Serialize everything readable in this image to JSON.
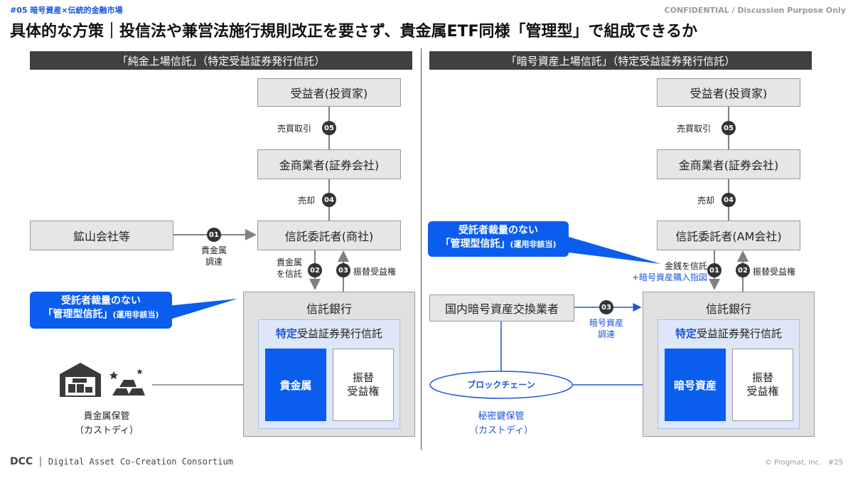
{
  "header": {
    "section_tag": "#05 暗号資産×伝統的金融市場",
    "confidential": "CONFIDENTIAL / Discussion Purpose Only",
    "title": "具体的な方策｜投信法や兼営法施行規則改正を要さず、貴金属ETF同様「管理型」で組成できるか"
  },
  "left": {
    "header": "「純金上場信託」（特定受益証券発行信託）",
    "beneficiary": "受益者(投資家)",
    "badge_05": "05",
    "step_05": "売買取引",
    "broker": "金商業者(証券会社)",
    "badge_04": "04",
    "step_04": "売却",
    "settlor": "信託委託者(商社)",
    "mine": "鉱山会社等",
    "badge_01": "01",
    "step_01_l1": "貴金属",
    "step_01_l2": "調達",
    "badge_02": "02",
    "step_02_l1": "貴金属",
    "step_02_l2": "を信託",
    "badge_03": "03",
    "step_03": "振替受益権",
    "callout_l1": "受託者裁量のない",
    "callout_l2": "「管理型信託」",
    "callout_l2_small": "(運用非該当)",
    "bank_title": "信託銀行",
    "tokutei_hl": "特定",
    "tokutei_rest": "受益証券発行信託",
    "asset": "貴金属",
    "right_box_l1": "振替",
    "right_box_l2": "受益権",
    "custody_l1": "貴金属保管",
    "custody_l2": "（カストディ）"
  },
  "right": {
    "header": "「暗号資産上場信託」（特定受益証券発行信託）",
    "beneficiary": "受益者(投資家)",
    "badge_05": "05",
    "step_05": "売買取引",
    "broker": "金商業者(証券会社)",
    "badge_04": "04",
    "step_04": "売却",
    "settlor": "信託委託者(AM会社)",
    "callout_l1": "受託者裁量のない",
    "callout_l2": "「管理型信託」",
    "callout_l2_small": "(運用非該当)",
    "badge_01": "01",
    "step_01_l1": "金銭を信託",
    "step_01_l2": "+暗号資産購入指図",
    "badge_02": "02",
    "step_02": "振替受益権",
    "exchange": "国内暗号資産交換業者",
    "badge_03": "03",
    "step_03_l1": "暗号資産",
    "step_03_l2": "調達",
    "bank_title": "信託銀行",
    "tokutei_hl": "特定",
    "tokutei_rest": "受益証券発行信託",
    "asset": "暗号資産",
    "right_box_l1": "振替",
    "right_box_l2": "受益権",
    "blockchain": "ブロックチェーン",
    "custody_l1": "秘密鍵保管",
    "custody_l2": "（カストディ）"
  },
  "footer": {
    "logo_mark": "DCC",
    "logo_text": "Digital Asset Co-Creation Consortium",
    "copyright": "© Progmat, Inc.",
    "page": "#25"
  }
}
